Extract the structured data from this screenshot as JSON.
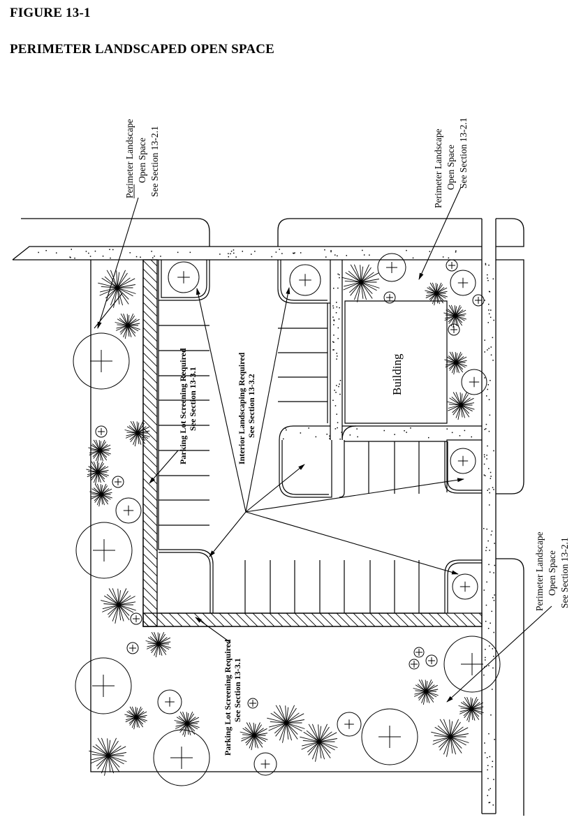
{
  "figure": {
    "number": "FIGURE 13-1",
    "title": "PERIMETER LANDSCAPED OPEN SPACE"
  },
  "labels": {
    "perimeter_nw": [
      "Perimeter Landscape",
      "Open Space",
      "See Section 13-2.1"
    ],
    "perimeter_ne": [
      "Perimeter Landscape",
      "Open Space",
      "See Section 13-2.1"
    ],
    "perimeter_se": [
      "Perimeter Landscape",
      "Open Space",
      "See Section 13-2.1"
    ],
    "screening_west": [
      "Parking Lot Screening Required",
      "See Section 13-3.1"
    ],
    "screening_south": [
      "Parking Lot Screening Required",
      "See Section 13-3.1"
    ],
    "interior": [
      "Interior Landscaping Required",
      "See Section 13-3.2"
    ],
    "building": "Building"
  },
  "colors": {
    "ink": "#000000",
    "paper": "#ffffff"
  }
}
